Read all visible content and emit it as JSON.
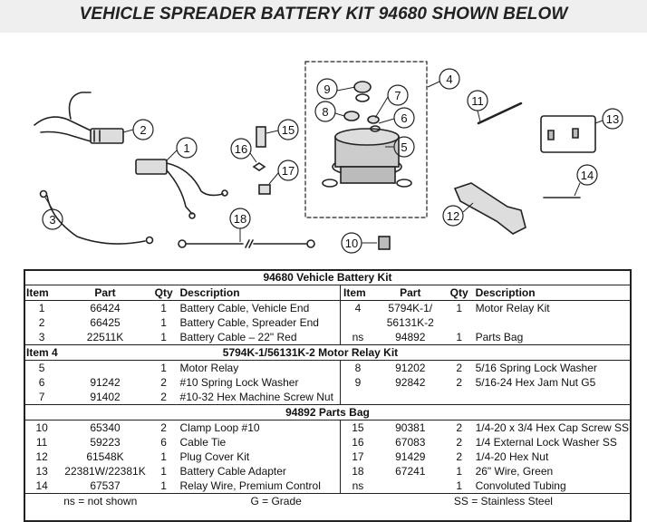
{
  "title": "VEHICLE SPREADER BATTERY KIT 94680 SHOWN BELOW",
  "callouts": [
    "1",
    "2",
    "3",
    "4",
    "5",
    "6",
    "7",
    "8",
    "9",
    "10",
    "11",
    "12",
    "13",
    "14",
    "15",
    "16",
    "17",
    "18"
  ],
  "table": {
    "kit_title": "94680  Vehicle Battery Kit",
    "headers": [
      "Item",
      "Part",
      "Qty",
      "Description",
      "Item",
      "Part",
      "Qty",
      "Description"
    ],
    "kit_rows": [
      {
        "l_item": "1",
        "l_part": "66424",
        "l_qty": "1",
        "l_desc": "Battery Cable, Vehicle End",
        "r_item": "4",
        "r_part": "5794K-1/",
        "r_qty": "1",
        "r_desc": "Motor Relay Kit"
      },
      {
        "l_item": "2",
        "l_part": "66425",
        "l_qty": "1",
        "l_desc": "Battery Cable, Spreader End",
        "r_item": "",
        "r_part": "56131K-2",
        "r_qty": "",
        "r_desc": ""
      },
      {
        "l_item": "3",
        "l_part": "22511K",
        "l_qty": "1",
        "l_desc": "Battery Cable – 22\" Red",
        "r_item": "ns",
        "r_part": "94892",
        "r_qty": "1",
        "r_desc": "Parts Bag"
      }
    ],
    "item4_label": "Item 4",
    "item4_title": "5794K-1/56131K-2  Motor Relay Kit",
    "item4_rows": [
      {
        "l_item": "5",
        "l_part": "",
        "l_qty": "1",
        "l_desc": "Motor Relay",
        "r_item": "8",
        "r_part": "91202",
        "r_qty": "2",
        "r_desc": "5/16 Spring Lock Washer"
      },
      {
        "l_item": "6",
        "l_part": "91242",
        "l_qty": "2",
        "l_desc": "#10 Spring Lock Washer",
        "r_item": "9",
        "r_part": "92842",
        "r_qty": "2",
        "r_desc": "5/16-24 Hex Jam Nut G5"
      },
      {
        "l_item": "7",
        "l_part": "91402",
        "l_qty": "2",
        "l_desc": "#10-32 Hex Machine Screw Nut",
        "r_item": "",
        "r_part": "",
        "r_qty": "",
        "r_desc": ""
      }
    ],
    "bag_title": "94892  Parts Bag",
    "bag_rows": [
      {
        "l_item": "10",
        "l_part": "65340",
        "l_qty": "2",
        "l_desc": "Clamp Loop #10",
        "r_item": "15",
        "r_part": "90381",
        "r_qty": "2",
        "r_desc": "1/4-20 x 3/4 Hex Cap Screw SS"
      },
      {
        "l_item": "11",
        "l_part": "59223",
        "l_qty": "6",
        "l_desc": "Cable Tie",
        "r_item": "16",
        "r_part": "67083",
        "r_qty": "2",
        "r_desc": "1/4 External Lock Washer SS"
      },
      {
        "l_item": "12",
        "l_part": "61548K",
        "l_qty": "1",
        "l_desc": "Plug Cover Kit",
        "r_item": "17",
        "r_part": "91429",
        "r_qty": "2",
        "r_desc": "1/4-20 Hex Nut"
      },
      {
        "l_item": "13",
        "l_part": "22381W/22381K",
        "l_qty": "1",
        "l_desc": "Battery Cable Adapter",
        "r_item": "18",
        "r_part": "67241",
        "r_qty": "1",
        "r_desc": "26\" Wire, Green"
      },
      {
        "l_item": "14",
        "l_part": "67537",
        "l_qty": "1",
        "l_desc": "Relay Wire, Premium Control",
        "r_item": "ns",
        "r_part": "",
        "r_qty": "1",
        "r_desc": "Convoluted Tubing"
      }
    ],
    "legend": {
      "ns": "ns = not shown",
      "g": "G = Grade",
      "ss": "SS = Stainless Steel"
    }
  }
}
